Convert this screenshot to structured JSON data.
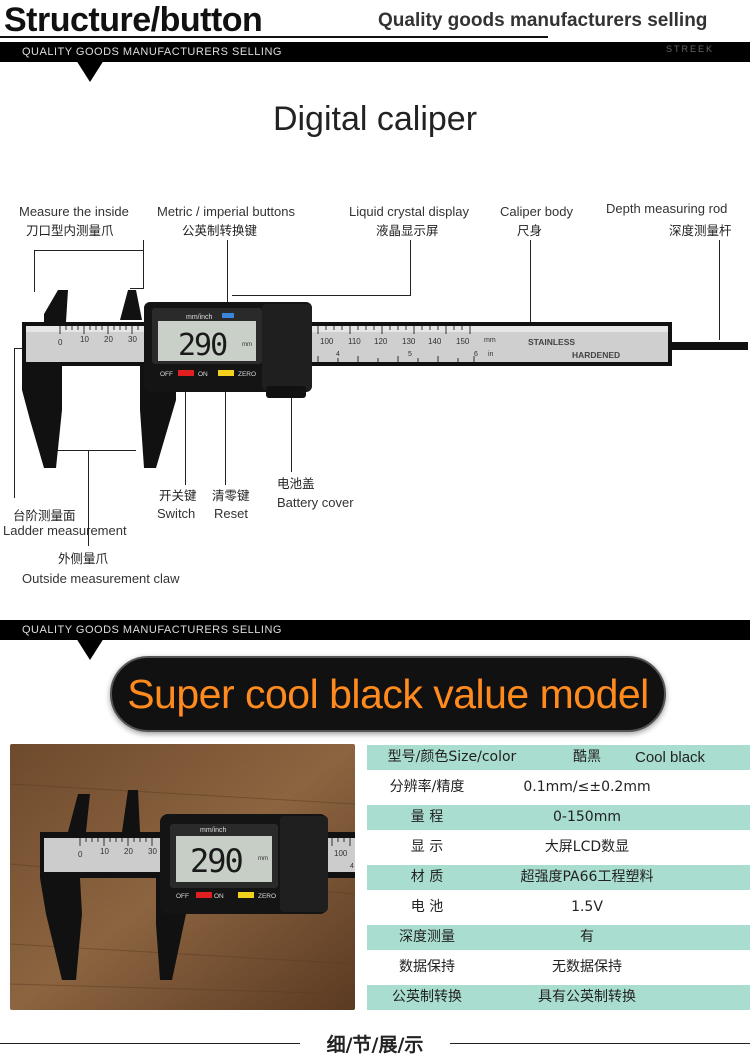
{
  "header": {
    "title": "Structure/button",
    "tagline": "Quality goods manufacturers selling",
    "bar_text": "QUALITY GOODS MANUFACTURERS SELLING",
    "bar_tail": "STREEK"
  },
  "section1": {
    "title": "Digital caliper",
    "callouts": {
      "inside_en": "Measure the inside",
      "inside_cn": "刀口型内测量爪",
      "buttons_en": "Metric / imperial buttons",
      "buttons_cn": "公英制转换键",
      "lcd_en": "Liquid crystal display",
      "lcd_cn": "液晶显示屏",
      "body_en": "Caliper body",
      "body_cn": "尺身",
      "depth_en": "Depth measuring rod",
      "depth_cn": "深度测量杆",
      "switch_cn": "开关键",
      "switch_en": "Switch",
      "reset_cn": "清零键",
      "reset_en": "Reset",
      "battery_cn": "电池盖",
      "battery_en": "Battery cover",
      "ladder_cn": "台阶测量面",
      "ladder_en": "Ladder measurement",
      "outside_cn": "外侧量爪",
      "outside_en": "Outside measurement claw"
    },
    "device": {
      "display_value": "290",
      "display_unit": "mm",
      "unit_label": "mm/inch",
      "btn_off": "OFF",
      "btn_on": "ON",
      "btn_zero": "ZERO",
      "stamp1": "STAINLESS",
      "stamp2": "HARDENED",
      "scale_top": [
        "0",
        "10",
        "20",
        "30"
      ],
      "scale_right": [
        "100",
        "110",
        "120",
        "130",
        "140",
        "150"
      ],
      "scale_unit_mm": "mm",
      "scale_unit_in": "in",
      "scale_in": [
        "4",
        "5",
        "6"
      ],
      "photo_scale": [
        "0",
        "10",
        "20",
        "30",
        "100"
      ],
      "photo_scale_in": [
        "4"
      ]
    }
  },
  "section2": {
    "bar_text": "QUALITY GOODS MANUFACTURERS SELLING",
    "banner": "Super cool black value model",
    "specs": [
      {
        "k": "型号/颜色Size/color",
        "v": "酷黑",
        "v2": "Cool black",
        "teal": true
      },
      {
        "k": "分辨率/精度",
        "v": "0.1mm/≤±0.2mm",
        "v2": "",
        "teal": false
      },
      {
        "k": "量   程",
        "v": "0-150mm",
        "v2": "",
        "teal": true
      },
      {
        "k": "显   示",
        "v": "大屏LCD数显",
        "v2": "",
        "teal": false
      },
      {
        "k": "材   质",
        "v": "超强度PA66工程塑料",
        "v2": "",
        "teal": true
      },
      {
        "k": "电   池",
        "v": "1.5V",
        "v2": "",
        "teal": false
      },
      {
        "k": "深度测量",
        "v": "有",
        "v2": "",
        "teal": true
      },
      {
        "k": "数据保持",
        "v": "无数据保持",
        "v2": "",
        "teal": false
      },
      {
        "k": "公英制转换",
        "v": "具有公英制转换",
        "v2": "",
        "teal": true
      }
    ]
  },
  "footer": {
    "text": "细/节/展/示"
  }
}
